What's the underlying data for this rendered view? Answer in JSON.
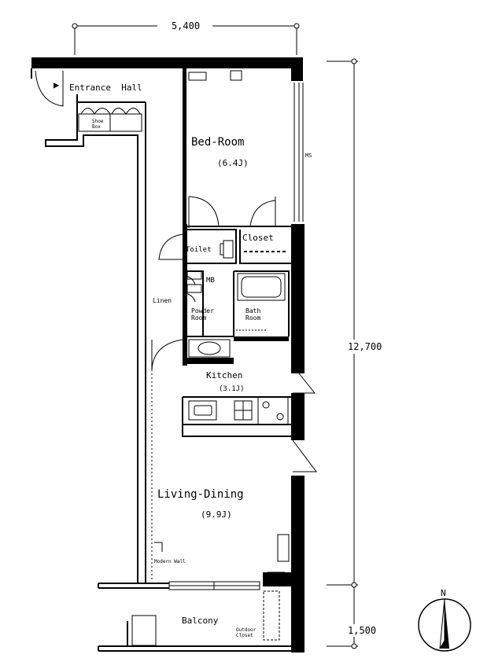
{
  "dimensions": {
    "width": "5,400",
    "height_main": "12,700",
    "height_balcony": "1,500"
  },
  "rooms": {
    "entrance_hall": "Entrance  Hall",
    "shoe_box": "Shoe\nBox",
    "bedroom": "Bed-Room",
    "bedroom_area": "(6.4J)",
    "ms": "MS",
    "closet": "Closet",
    "toilet": "Toilet",
    "mb": "MB",
    "linen": "Linen",
    "powder_room": "Powder\nRoom",
    "bath_room": "Bath\nRoom",
    "kitchen": "Kitchen",
    "kitchen_area": "(3.1J)",
    "living_dining": "Living-Dining",
    "living_dining_area": "(9.9J)",
    "modern_wall": "Modern Wall",
    "balcony": "Balcony",
    "outdoor_closet": "Outdoor\nCloset"
  },
  "compass": {
    "label": "N"
  }
}
